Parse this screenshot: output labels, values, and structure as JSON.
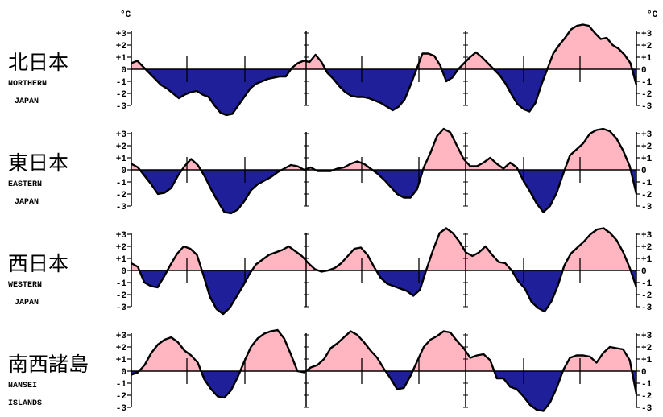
{
  "unit": "°C",
  "colors": {
    "positive": "#ffb6c1",
    "negative": "#1f1f9a",
    "line": "#000000"
  },
  "y_tick_labels": [
    "+3",
    "+2",
    "+1",
    "0",
    "-1",
    "-2",
    "-3"
  ],
  "chart_data": [
    {
      "type": "area",
      "region_jp": "北日本",
      "region_en": [
        "NORTHERN",
        "JAPAN"
      ],
      "ylim": [
        -3.3,
        3.5
      ],
      "x": [
        0,
        1,
        2,
        3,
        4,
        5,
        6,
        7,
        8,
        9,
        10,
        11,
        12,
        13,
        14,
        15,
        16,
        17,
        18,
        19,
        20,
        21,
        22,
        23,
        24,
        25,
        26,
        27,
        28,
        29,
        30,
        31,
        32,
        33,
        34,
        35,
        36,
        37,
        38,
        39,
        40,
        41,
        42,
        43,
        44,
        45,
        46,
        47,
        48,
        49,
        50,
        51,
        52,
        53,
        54,
        55,
        56,
        57,
        58,
        59,
        60,
        61,
        62,
        63,
        64,
        65,
        66,
        67,
        68,
        69,
        70,
        71,
        72,
        73,
        74,
        75,
        76,
        77,
        78,
        79,
        80,
        81,
        82,
        83,
        84,
        85,
        86,
        87,
        88,
        89,
        90,
        91,
        92,
        93,
        94,
        95,
        96,
        97,
        98,
        99,
        100,
        101,
        102,
        103,
        104,
        105,
        106,
        107,
        108,
        109,
        110,
        111,
        112,
        113,
        114,
        115,
        116,
        117,
        118,
        119
      ],
      "values": [
        0.5,
        0.7,
        0.2,
        -0.3,
        -0.8,
        -1.3,
        -1.6,
        -2.0,
        -2.4,
        -2.1,
        -1.9,
        -1.8,
        -2.1,
        -2.3,
        -3.0,
        -3.6,
        -3.8,
        -3.7,
        -3.0,
        -2.3,
        -1.6,
        -1.2,
        -1.0,
        -0.8,
        -0.7,
        -0.6,
        -0.6,
        0.1,
        0.5,
        0.7,
        0.6,
        1.2,
        0.6,
        -0.3,
        -0.8,
        -1.4,
        -1.9,
        -2.2,
        -2.3,
        -2.3,
        -2.4,
        -2.6,
        -2.8,
        -3.1,
        -3.4,
        -3.1,
        -2.5,
        -1.3,
        0.0,
        1.3,
        1.3,
        1.1,
        0.3,
        -1.0,
        -0.7,
        0.0,
        0.5,
        1.0,
        1.4,
        1.0,
        0.5,
        0.0,
        -0.5,
        -1.2,
        -2.1,
        -2.9,
        -3.3,
        -3.5,
        -2.8,
        -1.3,
        0.0,
        1.3,
        2.0,
        2.6,
        3.3,
        3.6,
        3.7,
        3.6,
        3.0,
        2.5,
        2.6,
        2.0,
        1.7,
        1.2,
        0.5,
        -1.3
      ],
      "year_marks": [
        0,
        30,
        60,
        90,
        120
      ]
    },
    {
      "type": "area",
      "region_jp": "東日本",
      "region_en": [
        "EASTERN",
        "JAPAN"
      ],
      "ylim": [
        -3.6,
        3.4
      ],
      "x": [],
      "values": [
        0.5,
        0.2,
        -0.5,
        -1.2,
        -2.0,
        -1.9,
        -1.5,
        -0.5,
        0.3,
        0.9,
        0.4,
        -0.5,
        -1.6,
        -2.6,
        -3.5,
        -3.6,
        -3.3,
        -2.6,
        -1.7,
        -1.2,
        -0.9,
        -0.6,
        -0.2,
        0.1,
        0.4,
        0.3,
        0.0,
        0.2,
        -0.1,
        -0.1,
        -0.1,
        0.1,
        0.2,
        0.5,
        0.7,
        0.5,
        0.1,
        -0.3,
        -0.8,
        -1.4,
        -2.0,
        -2.3,
        -2.3,
        -1.6,
        0.2,
        1.4,
        2.8,
        3.4,
        3.1,
        2.0,
        0.9,
        0.3,
        0.3,
        0.6,
        1.0,
        0.5,
        0.1,
        0.6,
        0.2,
        -0.9,
        -1.8,
        -2.8,
        -3.5,
        -3.0,
        -1.9,
        -0.3,
        1.2,
        1.7,
        2.2,
        3.0,
        3.3,
        3.4,
        3.2,
        2.6,
        1.6,
        0.3,
        -2.0
      ],
      "year_marks": [
        0,
        30,
        60,
        90,
        120
      ]
    },
    {
      "type": "area",
      "region_jp": "西日本",
      "region_en": [
        "WESTERN",
        "JAPAN"
      ],
      "ylim": [
        -3.2,
        3.5
      ],
      "x": [],
      "values": [
        0.6,
        0.3,
        -1.0,
        -1.3,
        -1.4,
        -0.5,
        0.5,
        1.4,
        2.0,
        1.8,
        1.3,
        -0.4,
        -2.2,
        -3.2,
        -3.6,
        -3.1,
        -2.2,
        -1.3,
        -0.3,
        0.5,
        0.9,
        1.3,
        1.5,
        1.7,
        2.0,
        1.6,
        1.2,
        0.6,
        0.1,
        -0.1,
        0.0,
        0.2,
        0.6,
        1.2,
        1.8,
        1.9,
        1.3,
        0.3,
        -0.6,
        -1.1,
        -1.3,
        -1.5,
        -1.7,
        -2.1,
        -1.6,
        0.1,
        1.7,
        3.1,
        3.5,
        3.1,
        2.4,
        1.5,
        1.2,
        1.5,
        2.0,
        1.3,
        0.7,
        0.6,
        0.0,
        -0.9,
        -1.5,
        -2.6,
        -3.1,
        -3.4,
        -2.6,
        -1.3,
        0.4,
        1.4,
        1.9,
        2.4,
        3.0,
        3.4,
        3.5,
        3.1,
        2.5,
        1.5,
        0.2,
        -1.4
      ],
      "year_marks": [
        0,
        30,
        60,
        90,
        120
      ]
    },
    {
      "type": "area",
      "region_jp": "南西諸島",
      "region_en": [
        "NANSEI",
        "ISLANDS"
      ],
      "ylim": [
        -3.1,
        3.5
      ],
      "x": [],
      "values": [
        -0.3,
        -0.1,
        0.5,
        1.5,
        2.2,
        2.6,
        2.8,
        2.4,
        1.7,
        1.3,
        0.7,
        -0.7,
        -1.5,
        -2.1,
        -2.2,
        -1.6,
        -0.5,
        0.8,
        2.0,
        2.7,
        3.1,
        3.3,
        3.4,
        2.7,
        1.4,
        0.0,
        -0.1,
        0.3,
        0.5,
        1.0,
        1.9,
        2.3,
        2.8,
        3.3,
        3.0,
        2.4,
        1.7,
        1.1,
        0.2,
        -0.6,
        -1.5,
        -1.4,
        -0.4,
        0.8,
        2.0,
        2.6,
        2.9,
        3.3,
        3.2,
        2.5,
        1.9,
        1.1,
        1.3,
        1.4,
        0.9,
        -0.6,
        -0.6,
        -1.3,
        -1.5,
        -2.1,
        -2.8,
        -3.2,
        -3.3,
        -2.6,
        -1.4,
        0.1,
        1.1,
        1.3,
        1.3,
        1.2,
        0.7,
        1.5,
        2.0,
        1.9,
        1.8,
        0.9,
        -1.9
      ],
      "year_marks": [
        0,
        30,
        60,
        90,
        120
      ]
    }
  ]
}
